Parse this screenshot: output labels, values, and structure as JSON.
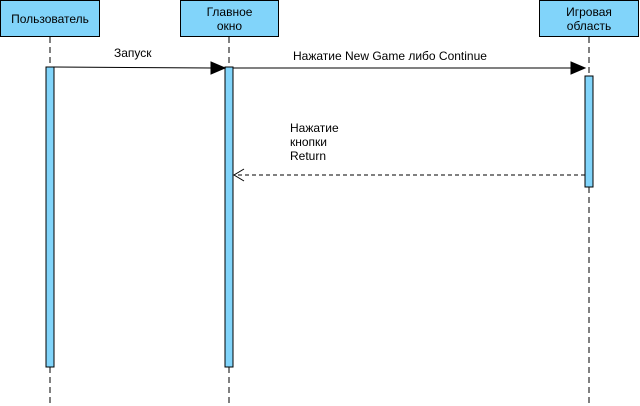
{
  "colors": {
    "lifeline_fill": "#81d4fa",
    "stroke": "#000000",
    "background": "#ffffff"
  },
  "actors": [
    {
      "id": "user",
      "label": "Пользователь"
    },
    {
      "id": "main",
      "label": "Главное\nокно"
    },
    {
      "id": "game",
      "label": "Игровая\nобласть"
    }
  ],
  "messages": [
    {
      "id": "start",
      "from": "user",
      "to": "main",
      "label": "Запуск",
      "style": "solid"
    },
    {
      "id": "newgame",
      "from": "main",
      "to": "game",
      "label": "Нажатие New Game либо Continue",
      "style": "solid"
    },
    {
      "id": "return",
      "from": "game",
      "to": "main",
      "label": "Нажатие\nкнопки\nReturn",
      "style": "dashed"
    }
  ]
}
